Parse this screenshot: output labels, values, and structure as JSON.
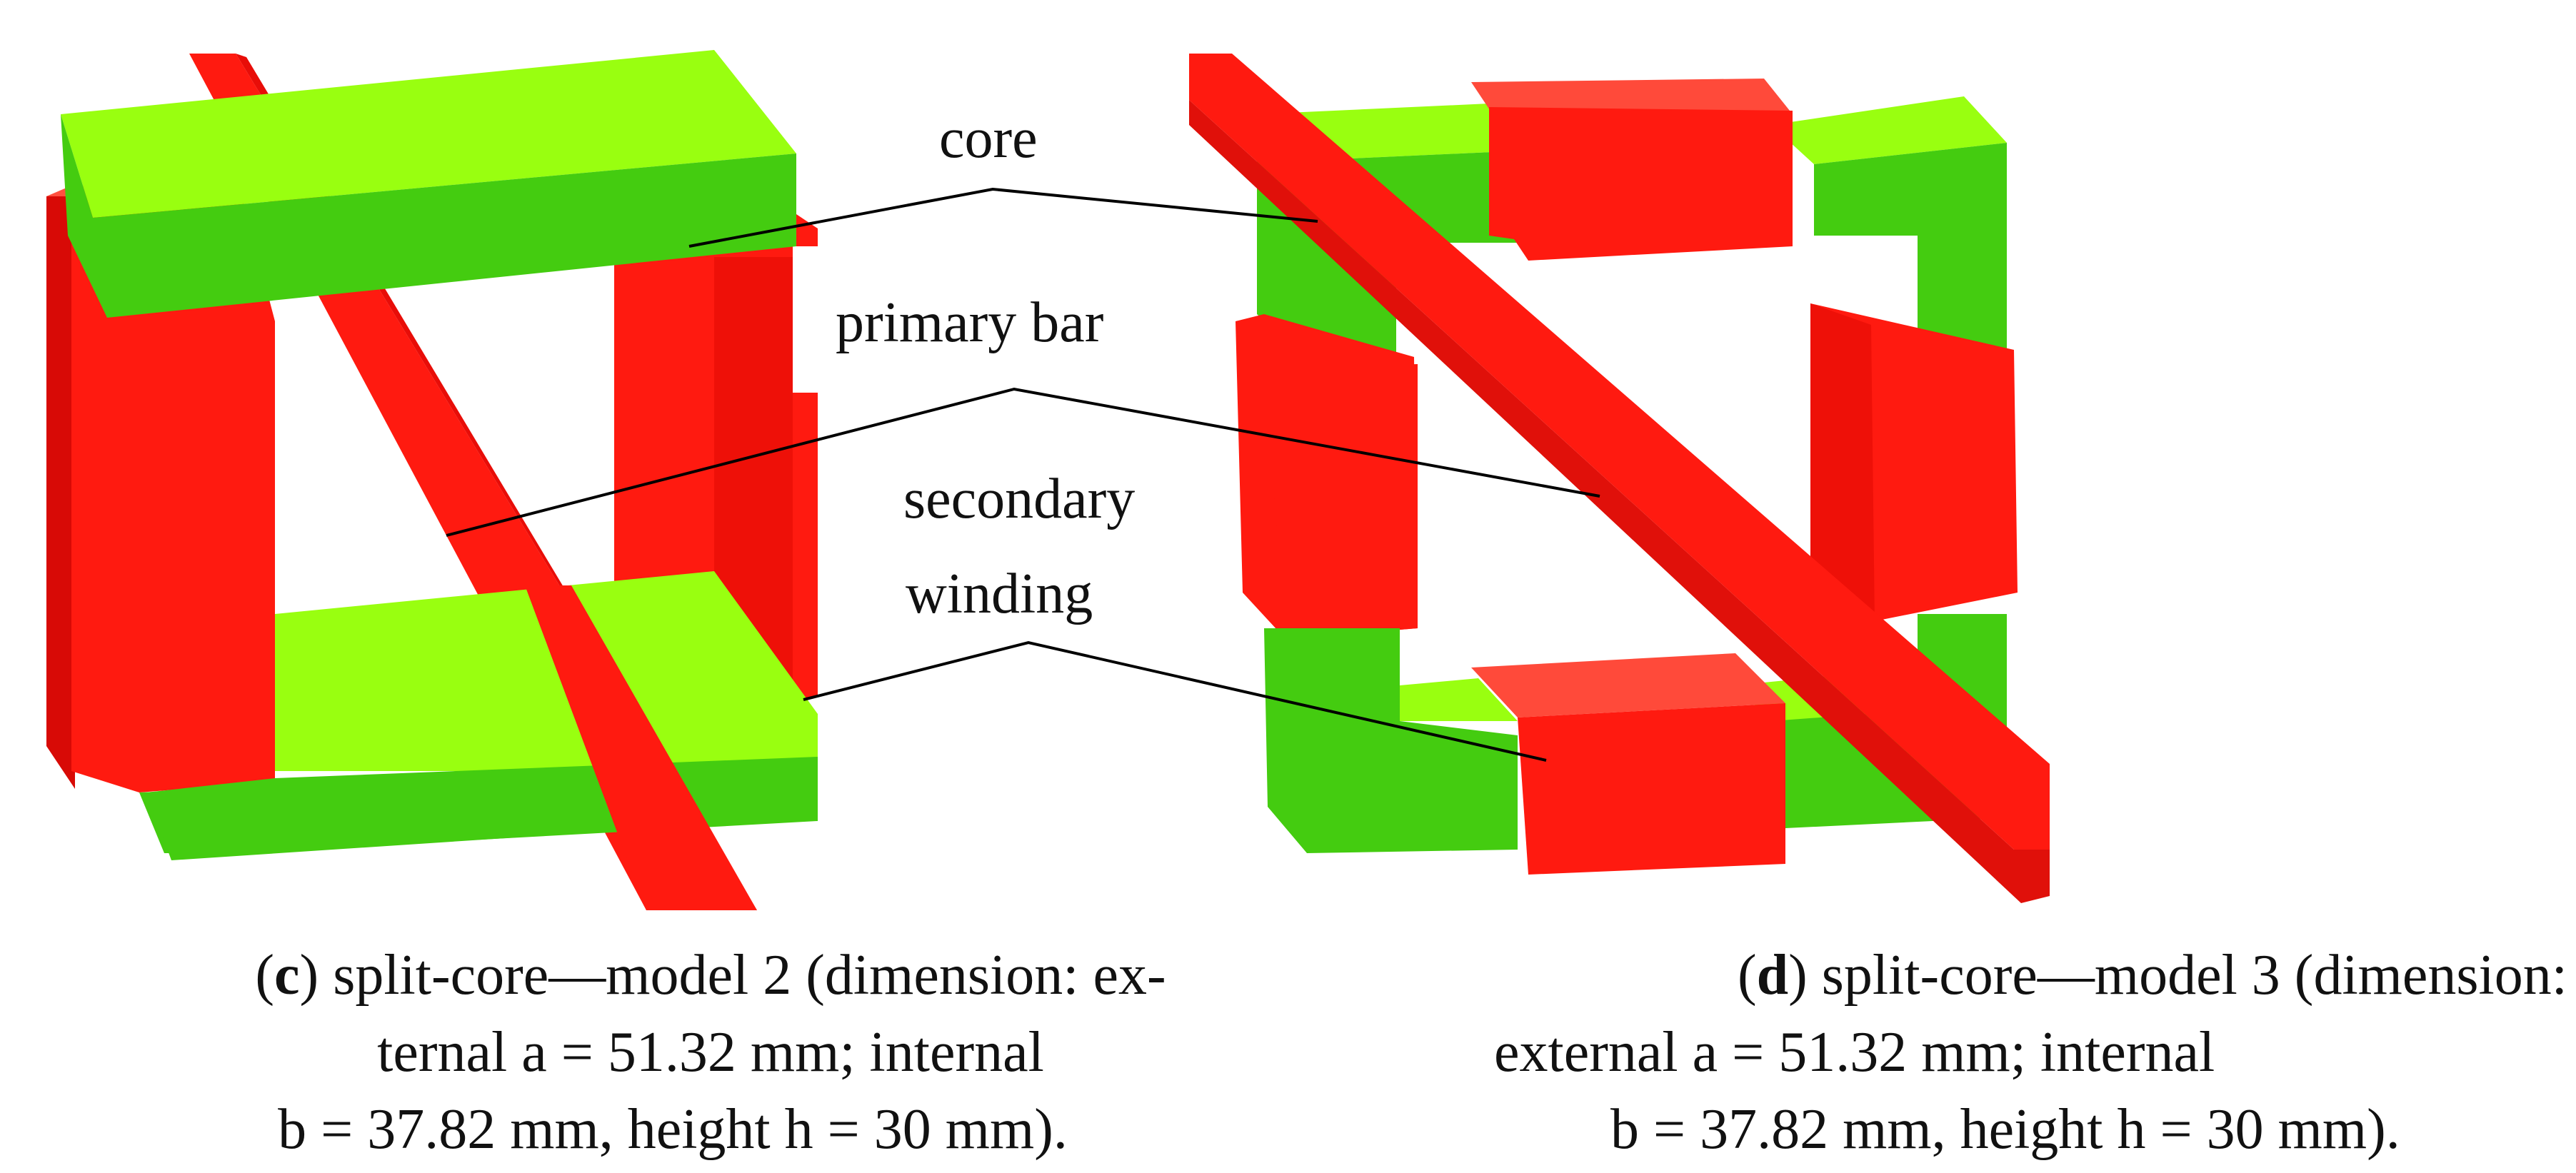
{
  "labels": {
    "core": "core",
    "primary_bar": "primary bar",
    "secondary_line1": "secondary",
    "secondary_line2": "winding"
  },
  "captions": {
    "left": {
      "letter": "c",
      "line1_rest": ") split-core—model 2 (dimension: ex-",
      "line2": "ternal a = 51.32 mm; internal",
      "line3": "b = 37.82 mm, height h = 30 mm)."
    },
    "right": {
      "letter": "d",
      "line1_rest": ") split-core—model 3 (dimension:",
      "line2": "external a = 51.32 mm; internal",
      "line3": "b = 37.82 mm, height h = 30 mm)."
    }
  },
  "colors": {
    "core_top": "#99ff10",
    "core_front": "#44cc10",
    "core_side": "#55dd10",
    "winding_front": "#ff1a10",
    "winding_side": "#e80d08",
    "winding_top": "#ff4a3a",
    "bar": "#ff1a10",
    "leader_line": "#000000"
  }
}
